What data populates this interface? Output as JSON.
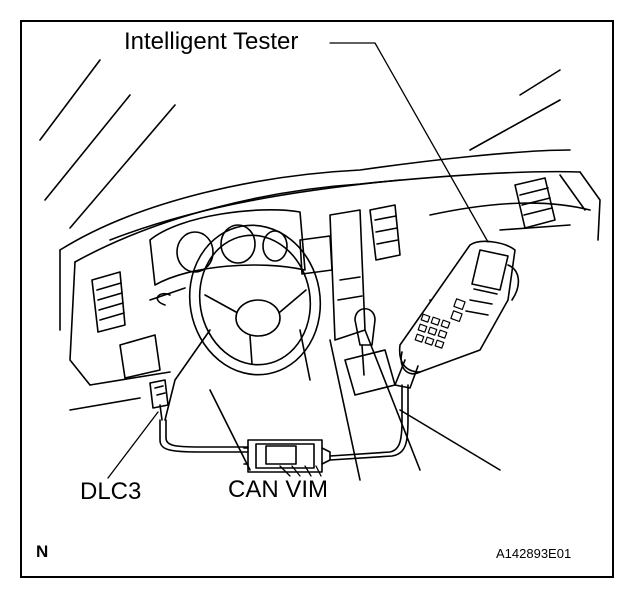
{
  "figure": {
    "labels": {
      "tester": "Intelligent Tester",
      "dlc3": "DLC3",
      "vim": "CAN VIM",
      "corner_mark": "N",
      "figure_code": "A142893E01"
    }
  }
}
